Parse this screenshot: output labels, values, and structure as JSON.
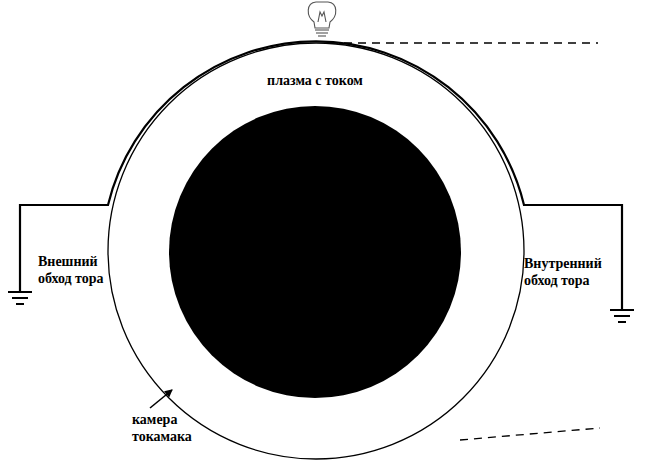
{
  "diagram": {
    "labels": [
      "плазма с током",
      "Внешний обход тора",
      "Внутренний обход тора",
      "камера токамака"
    ]
  }
}
